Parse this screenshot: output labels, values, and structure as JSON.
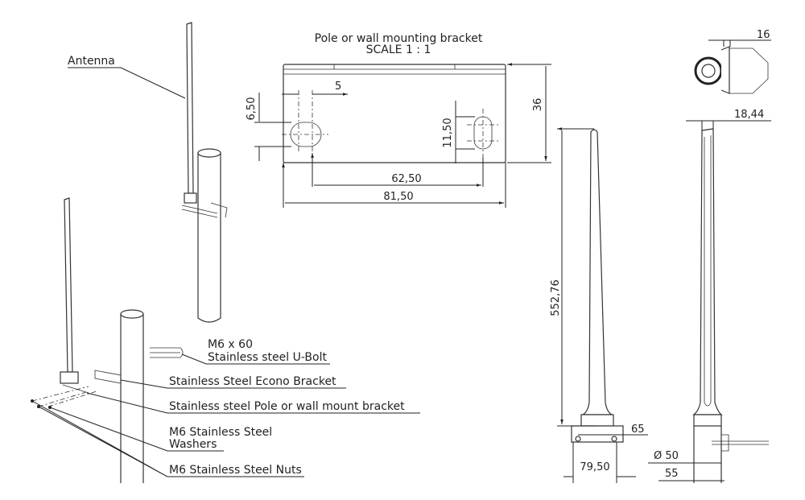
{
  "assembly": {
    "antenna_label": "Antenna",
    "callouts": {
      "ubolt_size": "M6 x 60",
      "ubolt": "Stainless steel U-Bolt",
      "econo_bracket": "Stainless Steel Econo Bracket",
      "mount_bracket": "Stainless steel Pole or wall mount bracket",
      "washers_line1": "M6 Stainless Steel",
      "washers_line2": "Washers",
      "nuts": "M6 Stainless Steel Nuts"
    }
  },
  "bracket_detail": {
    "title": "Pole or wall mounting bracket",
    "scale": "SCALE 1 : 1",
    "dims": {
      "slot_width": "5",
      "slot_height_left": "6,50",
      "slot_height_right": "11,50",
      "height": "36",
      "hole_spacing": "62,50",
      "width": "81,50"
    }
  },
  "antenna_views": {
    "dims": {
      "top_width": "16",
      "tip_width": "18,44",
      "height": "552,76",
      "base_hole_spacing": "65",
      "base_width": "79,50",
      "pole_diameter": "Ø 50",
      "base_depth": "55"
    }
  }
}
